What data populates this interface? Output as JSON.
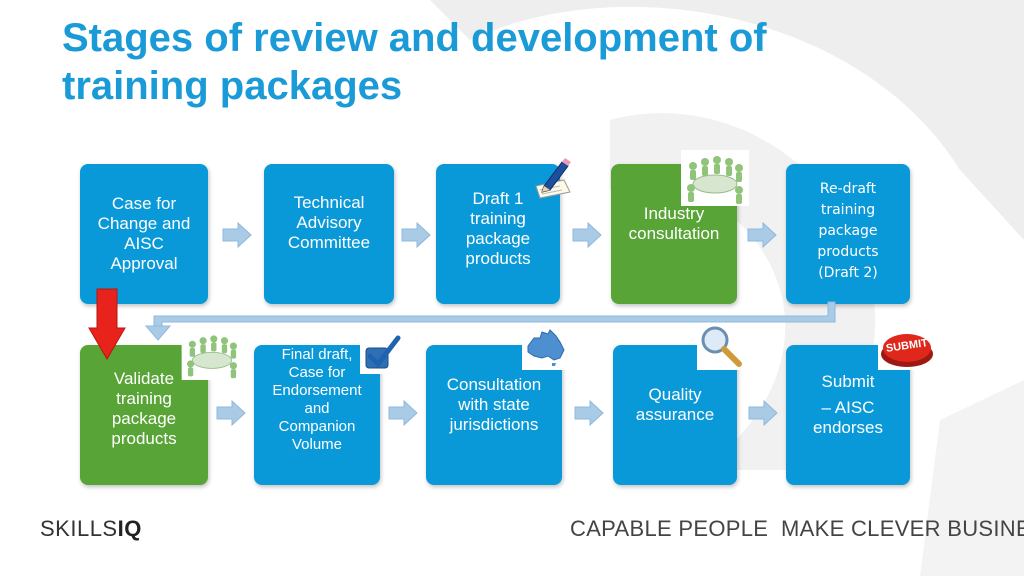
{
  "title": {
    "line1": "Stages of review and development of",
    "line2": "training packages"
  },
  "row1": [
    {
      "lines": [
        "Case for",
        "Change and",
        "AISC",
        "Approval"
      ]
    },
    {
      "lines": [
        "Technical",
        "Advisory",
        "Committee"
      ]
    },
    {
      "lines": [
        "Draft 1",
        "training",
        "package",
        "products"
      ]
    },
    {
      "lines": [
        "Industry",
        "consultation"
      ]
    },
    {
      "lines": [
        "Re-draft",
        "training",
        "package",
        "products",
        "(Draft 2)"
      ]
    }
  ],
  "row2": [
    {
      "lines": [
        "Validate",
        "training",
        "package",
        "products"
      ]
    },
    {
      "lines": [
        "Final draft,",
        "Case for",
        "Endorsement",
        "and",
        "Companion",
        "Volume"
      ]
    },
    {
      "lines": [
        "Consultation",
        "with state",
        "jurisdictions"
      ]
    },
    {
      "lines": [
        "Quality",
        "assurance"
      ]
    },
    {
      "lines": [
        "Submit",
        "– AISC",
        "endorses"
      ]
    }
  ],
  "icons": {
    "submit_button_text": "SUBMIT"
  },
  "footer": {
    "brand_prefix": "SKILLS",
    "brand_suffix": "IQ",
    "tagline": "CAPABLE PEOPLE  MAKE CLEVER BUSINESS"
  },
  "colors": {
    "title": "#1a9ad6",
    "box_blue": "#0a99d8",
    "box_green": "#58a437",
    "arrow": "#a9cbe6",
    "down_arrow": "#e8231c"
  }
}
